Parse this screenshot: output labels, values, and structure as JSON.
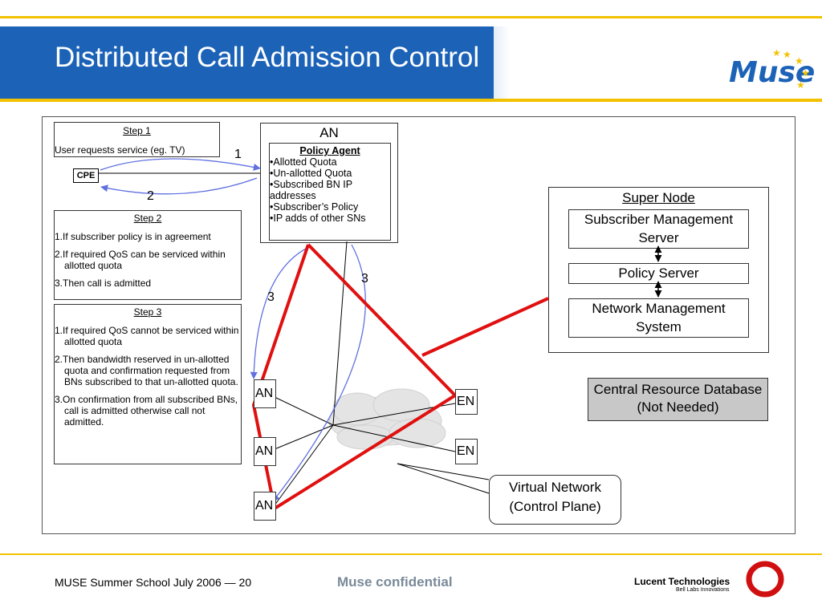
{
  "slide": {
    "title": "Distributed Call Admission Control",
    "logo_text": "Muse"
  },
  "step1": {
    "title": "Step 1",
    "text": "User requests service (eg. TV)"
  },
  "cpe_label": "CPE",
  "arrow_labels": {
    "one": "1",
    "two": "2",
    "three_a": "3",
    "three_b": "3"
  },
  "step2": {
    "title": "Step 2",
    "items": [
      "1.If subscriber policy is in agreement",
      "2.If required QoS can be serviced within allotted quota",
      "3.Then call is admitted"
    ]
  },
  "step3": {
    "title": "Step 3",
    "items": [
      "1.If required QoS cannot be serviced within allotted quota",
      "2.Then bandwidth reserved in un-allotted quota and confirmation requested from BNs subscribed to that un-allotted quota.",
      "3.On confirmation from all subscribed BNs, call is admitted otherwise call not admitted."
    ]
  },
  "an_top": {
    "label": "AN",
    "policy_title": "Policy Agent",
    "policy_items": [
      "•Allotted Quota",
      "•Un-allotted Quota",
      "•Subscribed BN IP addresses",
      "•Subscriber’s Policy",
      "•IP adds of other SNs"
    ]
  },
  "super_node": {
    "title": "Super Node",
    "subscriber_mgmt": "Subscriber Management Server",
    "policy_server": "Policy Server",
    "network_mgmt": "Network Management System"
  },
  "central_db": "Central Resource Database (Not Needed)",
  "virtual_network": "Virtual Network (Control Plane)",
  "nodes": {
    "an1": "AN",
    "an2": "AN",
    "an3": "AN",
    "en1": "EN",
    "en2": "EN"
  },
  "footer": {
    "left": "MUSE Summer School July 2006 — 20",
    "center": "Muse confidential",
    "lucent": "Lucent Technologies",
    "bell": "Bell Labs Innovations"
  },
  "colors": {
    "header_blue": "#1c63b8",
    "accent_yellow": "#f2c200",
    "red_path": "#e01010",
    "arrow_blue": "#6070e0"
  }
}
